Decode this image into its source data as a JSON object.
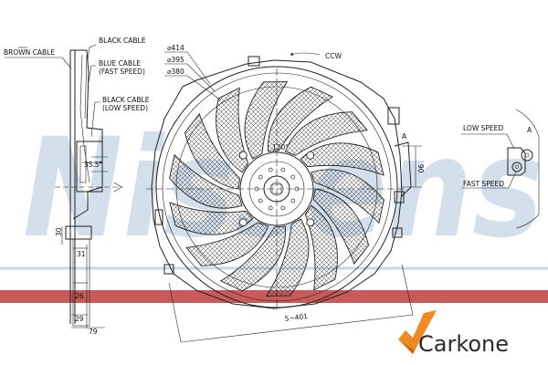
{
  "watermark": "Nissens",
  "brand": {
    "name": "Carkone",
    "accent": "#f08a24"
  },
  "stripe_color": "#c85a5a",
  "labels": {
    "brown_cable": "BROWN CABLE",
    "black_cable_top": "BLACK CABLE",
    "blue_cable_1": "BLUE CABLE",
    "blue_cable_2": "(FAST SPEED)",
    "black_cable_1": "BLACK CABLE",
    "black_cable_2": "(LOW SPEED)",
    "low_speed": "LOW SPEED",
    "fast_speed": "FAST SPEED",
    "ccw": "CCW",
    "view_a": "A",
    "view_a_arrow": "A",
    "center_marker": "120°"
  },
  "dimensions": {
    "d414": "⌀414",
    "d395": "⌀395",
    "d380": "⌀380",
    "d35_5": "35.5",
    "d30": "30",
    "d31": "31",
    "d26": "26",
    "d29": "29",
    "d79": "79",
    "d401": "5~401",
    "d90": "90"
  }
}
